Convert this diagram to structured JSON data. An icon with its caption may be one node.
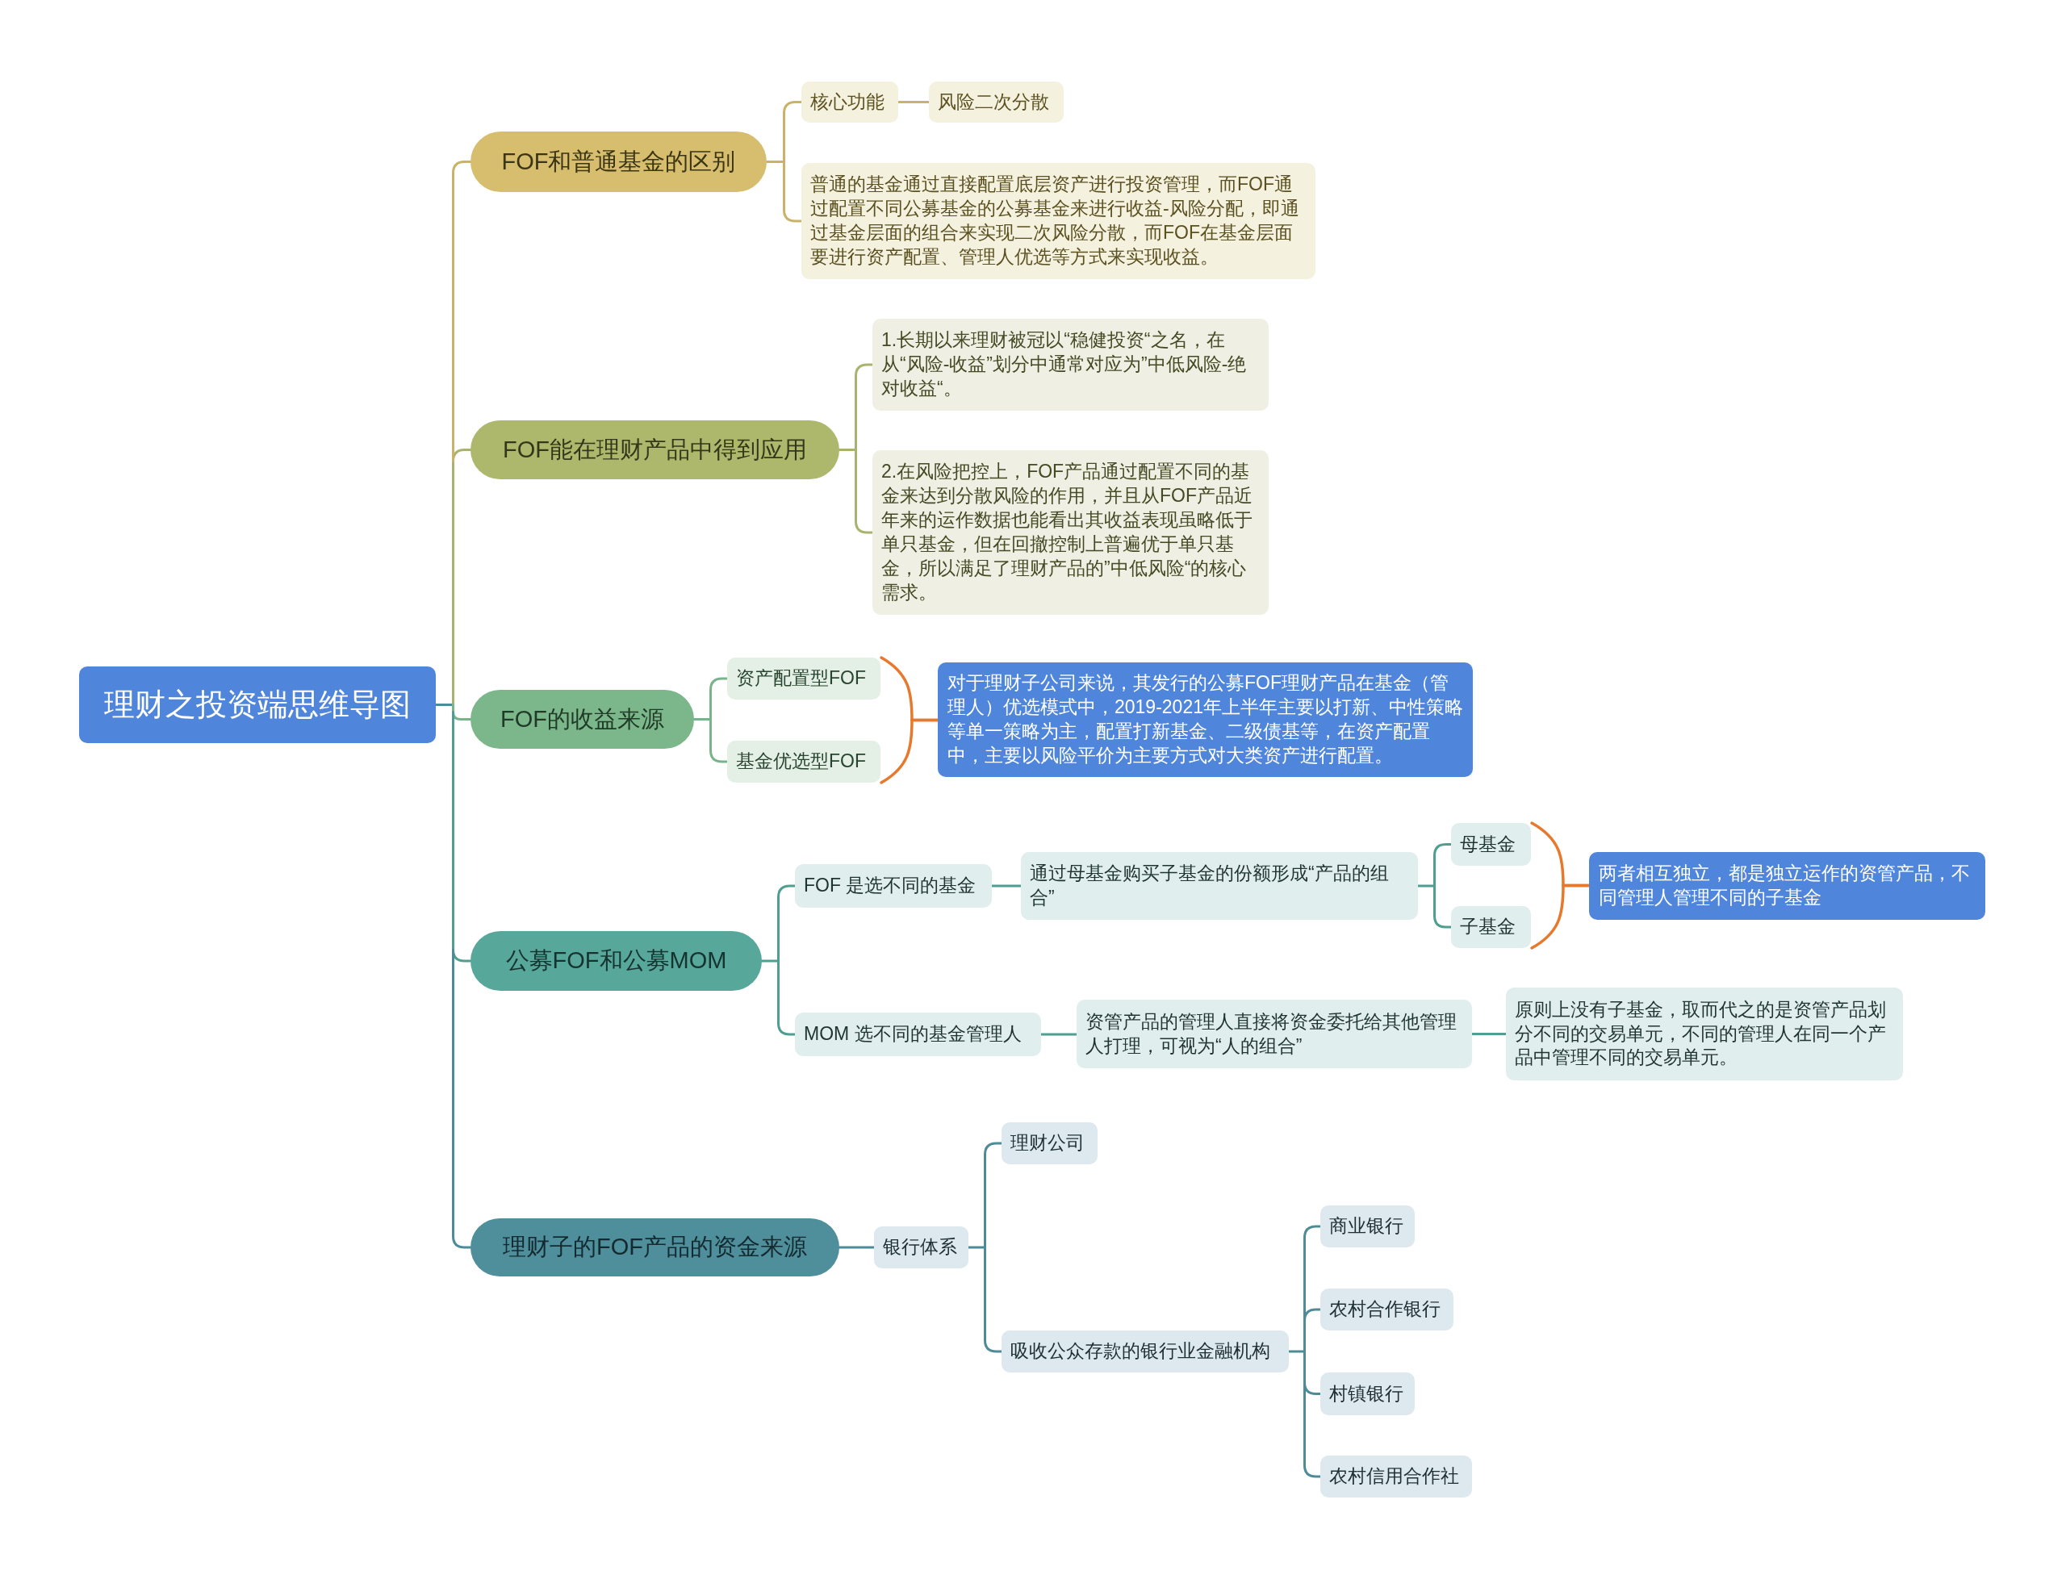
{
  "diagram": {
    "nodes": [
      {
        "text": [
          "理财之投资端思维导图"
        ]
      },
      {
        "text": [
          "FOF和普通基金的区别"
        ]
      },
      {
        "text": [
          "核心功能"
        ]
      },
      {
        "text": [
          "风险二次分散"
        ]
      },
      {
        "text": [
          "普通的基金通过直接配置底层资产进行投资管理，而FOF通过配置不同公募基金的公募基金来进行收益-风险分配，即通过基金层面的组合来实现二次风险分散，而FOF在基金层面要进行资产配置、管理人优选等方式来实现收益。"
        ]
      },
      {
        "text": [
          "FOF能在理财产品中得到应用"
        ]
      },
      {
        "text": [
          "1.长期以来理财被冠以“稳健投资“之名，在从“风险-收益”划分中通常对应为”中低风险-绝对收益“。"
        ]
      },
      {
        "text": [
          "2.在风险把控上，FOF产品通过配置不同的基金来达到分散风险的作用，并且从FOF产品近年来的运作数据也能看出其收益表现虽略低于单只基金，但在回撤控制上普遍优于单只基金，所以满足了理财产品的”中低风险“的核心需求。"
        ]
      },
      {
        "text": [
          "FOF的收益来源"
        ]
      },
      {
        "text": [
          "资产配置型FOF"
        ]
      },
      {
        "text": [
          "基金优选型FOF"
        ]
      },
      {
        "text": [
          "对于理财子公司来说，其发行的公募FOF理财产品在基金（管理人）优选模式中，2019-2021年上半年主要以打新、中性策略等单一策略为主，配置打新基金、二级债基等，在资产配置中，主要以风险平价为主要方式对大类资产进行配置。"
        ]
      },
      {
        "text": [
          "公募FOF和公募MOM"
        ]
      },
      {
        "text": [
          "FOF 是选不同的基金"
        ]
      },
      {
        "text": [
          "通过母基金购买子基金的份额形成“产品的组合”"
        ]
      },
      {
        "text": [
          "母基金"
        ]
      },
      {
        "text": [
          "子基金"
        ]
      },
      {
        "text": [
          "两者相互独立，都是独立运作的资管产品，不同管理人管理不同的子基金"
        ]
      },
      {
        "text": [
          "MOM 选不同的基金管理人"
        ]
      },
      {
        "text": [
          "资管产品的管理人直接将资金委托给其他管理人打理，可视为“人的组合”"
        ]
      },
      {
        "text": [
          "原则上没有子基金，取而代之的是资管产品划分不同的交易单元，不同的管理人在同一个产品中管理不同的交易单元。"
        ]
      },
      {
        "text": [
          "理财子的FOF产品的资金来源"
        ]
      },
      {
        "text": [
          "银行体系"
        ]
      },
      {
        "text": [
          "理财公司"
        ]
      },
      {
        "text": [
          "吸收公众存款的银行业金融机构"
        ]
      },
      {
        "text": [
          "商业银行"
        ]
      },
      {
        "text": [
          "农村合作银行"
        ]
      },
      {
        "text": [
          "村镇银行"
        ]
      },
      {
        "text": [
          "农村信用合作社"
        ]
      }
    ],
    "edges": [
      {
        "from": 0,
        "to": 1,
        "arrow": "none",
        "color": "#c9b36a"
      },
      {
        "from": 0,
        "to": 5,
        "arrow": "none",
        "color": "#a9b36d"
      },
      {
        "from": 0,
        "to": 8,
        "arrow": "none",
        "color": "#7ab38b"
      },
      {
        "from": 0,
        "to": 12,
        "arrow": "none"
      },
      {
        "from": 0,
        "to": 21,
        "arrow": "none",
        "color": "#4d8b98"
      },
      {
        "from": 1,
        "to": 2,
        "arrow": "none",
        "color": "#c9b36a"
      },
      {
        "from": 1,
        "to": 4,
        "arrow": "none",
        "color": "#c9b36a"
      },
      {
        "from": 2,
        "to": 3,
        "arrow": "none",
        "color": "#c9b36a"
      },
      {
        "from": 5,
        "to": 6,
        "arrow": "none",
        "color": "#a9b36d"
      },
      {
        "from": 5,
        "to": 7,
        "arrow": "none",
        "color": "#a9b36d"
      },
      {
        "from": 8,
        "to": 9,
        "arrow": "none",
        "color": "#7ab38b"
      },
      {
        "from": 8,
        "to": 10,
        "arrow": "none",
        "color": "#7ab38b"
      },
      {
        "from": 9,
        "to": 11,
        "arrow": "none",
        "color": "#e8792c"
      },
      {
        "from": 10,
        "to": 11,
        "arrow": "none",
        "color": "#e8792c"
      },
      {
        "from": 12,
        "to": 13,
        "arrow": "none"
      },
      {
        "from": 12,
        "to": 18,
        "arrow": "none"
      },
      {
        "from": 13,
        "to": 14,
        "arrow": "none"
      },
      {
        "from": 14,
        "to": 15,
        "arrow": "none"
      },
      {
        "from": 14,
        "to": 16,
        "arrow": "none"
      },
      {
        "from": 15,
        "to": 17,
        "arrow": "none",
        "color": "#e8792c"
      },
      {
        "from": 16,
        "to": 17,
        "arrow": "none",
        "color": "#e8792c"
      },
      {
        "from": 18,
        "to": 19,
        "arrow": "none"
      },
      {
        "from": 19,
        "to": 20,
        "arrow": "none"
      },
      {
        "from": 21,
        "to": 22,
        "arrow": "none",
        "color": "#4d8b98"
      },
      {
        "from": 22,
        "to": 23,
        "arrow": "none",
        "color": "#4d8b98"
      },
      {
        "from": 22,
        "to": 24,
        "arrow": "none",
        "color": "#4d8b98"
      },
      {
        "from": 24,
        "to": 25,
        "arrow": "none",
        "color": "#4d8b98"
      },
      {
        "from": 24,
        "to": 26,
        "arrow": "none",
        "color": "#4d8b98"
      },
      {
        "from": 24,
        "to": 27,
        "arrow": "none",
        "color": "#4d8b98"
      },
      {
        "from": 24,
        "to": 28,
        "arrow": "none",
        "color": "#4d8b98"
      }
    ]
  }
}
